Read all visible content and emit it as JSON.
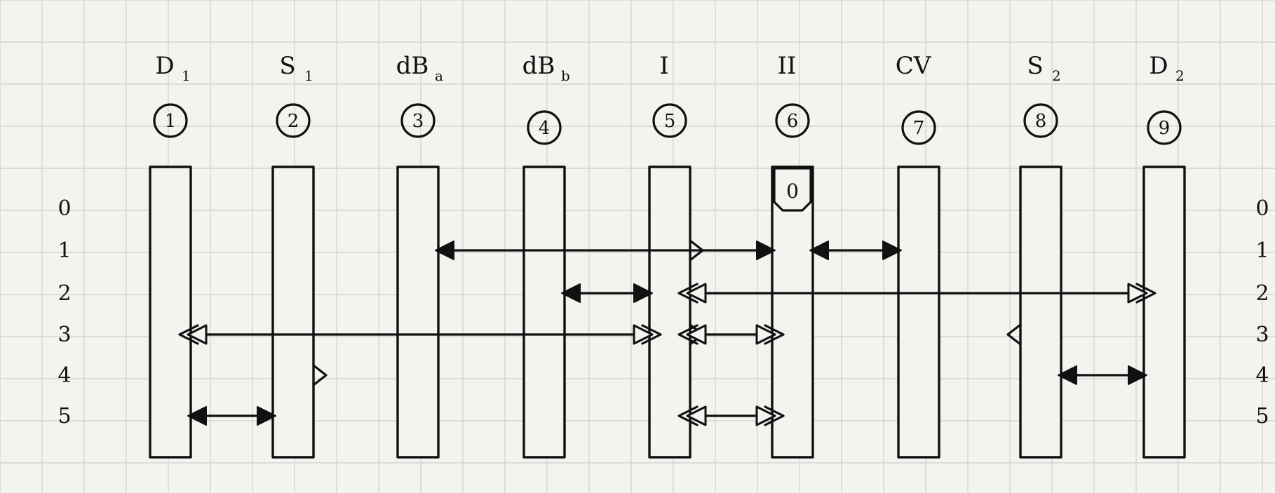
{
  "columns": [
    {
      "id": 1,
      "label": "D",
      "sub": "1",
      "number": "1"
    },
    {
      "id": 2,
      "label": "S",
      "sub": "1",
      "number": "2"
    },
    {
      "id": 3,
      "label": "dB",
      "sub": "a",
      "number": "3"
    },
    {
      "id": 4,
      "label": "dB",
      "sub": "b",
      "number": "4"
    },
    {
      "id": 5,
      "label": "I",
      "sub": "",
      "number": "5"
    },
    {
      "id": 6,
      "label": "II",
      "sub": "",
      "number": "6"
    },
    {
      "id": 7,
      "label": "CV",
      "sub": "",
      "number": "7"
    },
    {
      "id": 8,
      "label": "S",
      "sub": "2",
      "number": "8"
    },
    {
      "id": 9,
      "label": "D",
      "sub": "2",
      "number": "9"
    }
  ],
  "rows_left": [
    "0",
    "1",
    "2",
    "3",
    "4",
    "5"
  ],
  "rows_right": [
    "0",
    "1",
    "2",
    "3",
    "4",
    "5"
  ],
  "bar_top_marker": "0",
  "connections": [
    {
      "row": 1,
      "from_col": 3,
      "to_col": 6,
      "style": "filled",
      "notch_col": 5
    },
    {
      "row": 1,
      "from_col": 6,
      "to_col": 7,
      "style": "filled"
    },
    {
      "row": 2,
      "from_col": 4,
      "to_col": 5,
      "style": "filled"
    },
    {
      "row": 2,
      "from_col": 5,
      "to_col": 9,
      "style": "hollow"
    },
    {
      "row": 3,
      "from_col": 1,
      "to_col": 5,
      "style": "hollow"
    },
    {
      "row": 3,
      "from_col": 5,
      "to_col": 6,
      "style": "hollow"
    },
    {
      "row": 4,
      "from_col": 8,
      "to_col": 9,
      "style": "filled"
    },
    {
      "row": 5,
      "from_col": 1,
      "to_col": 2,
      "style": "filled"
    },
    {
      "row": 5,
      "from_col": 5,
      "to_col": 6,
      "style": "hollow"
    }
  ],
  "notches": [
    {
      "col": 2,
      "row": 4
    },
    {
      "col": 8,
      "row": 3
    },
    {
      "col": 5,
      "row": 1
    },
    {
      "col": 5,
      "row": 3
    }
  ]
}
